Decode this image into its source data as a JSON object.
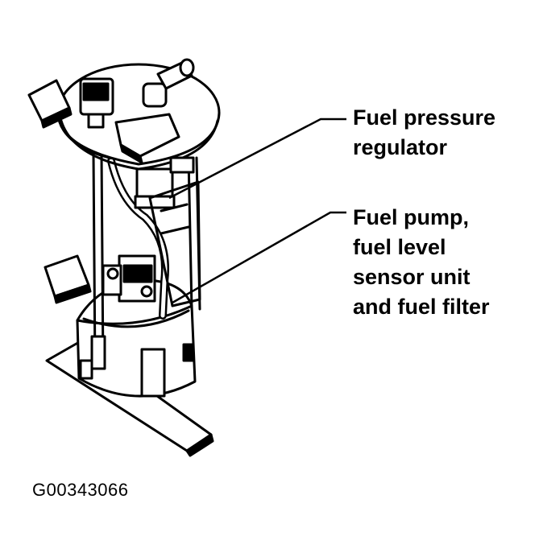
{
  "callouts": {
    "regulator": {
      "lines": [
        "Fuel pressure",
        "regulator"
      ]
    },
    "pump": {
      "lines": [
        "Fuel pump,",
        "fuel level",
        "sensor unit",
        "and fuel filter"
      ]
    }
  },
  "figure_id": "G00343066",
  "colors": {
    "ink": "#000000",
    "paper": "#ffffff"
  }
}
